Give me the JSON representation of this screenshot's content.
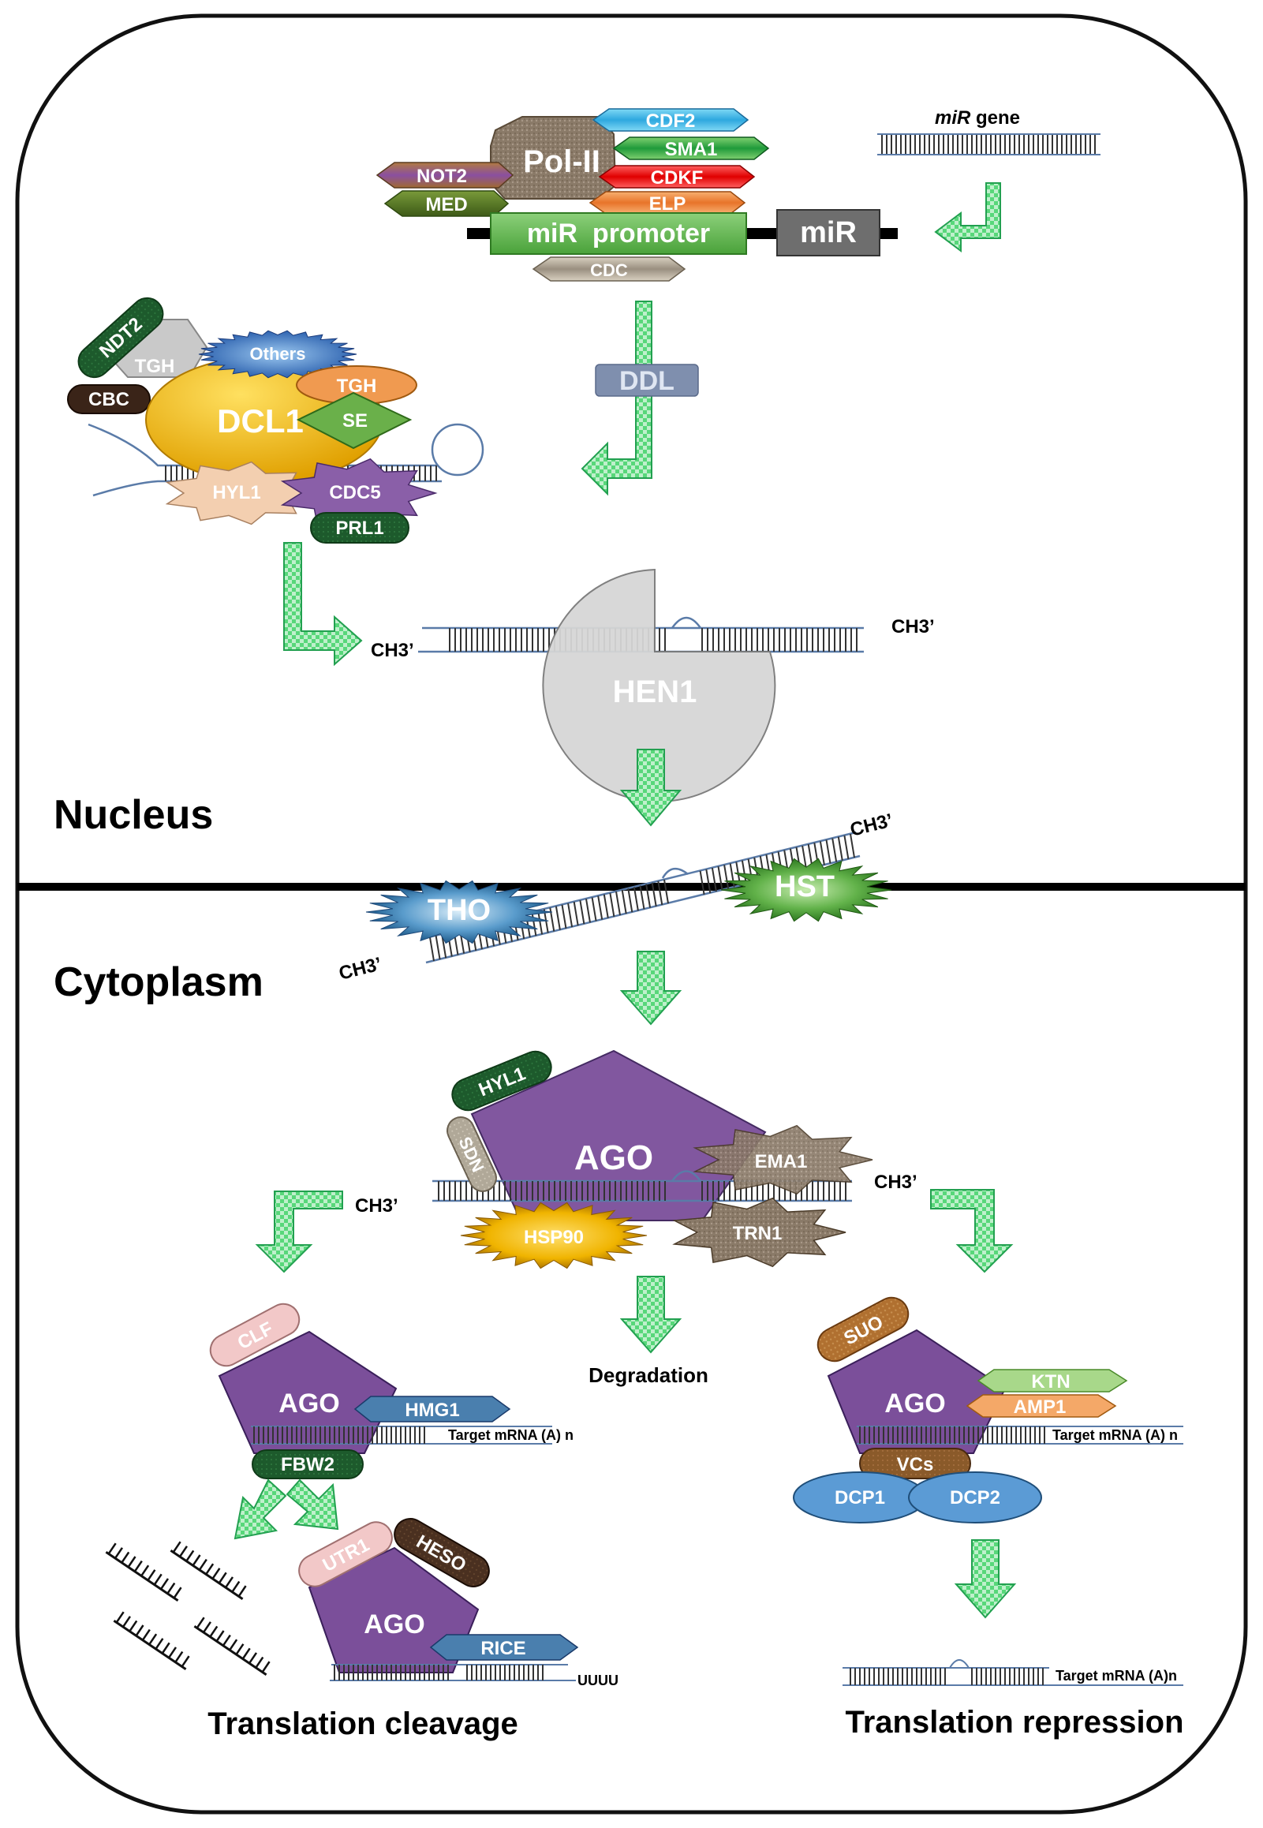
{
  "gene_label": {
    "italic": "miR",
    "rest": " gene"
  },
  "promoter": {
    "text": "miR  promoter",
    "mir_box": "miR"
  },
  "complex_labels": {
    "polII": "Pol-II",
    "cdf2": "CDF2",
    "sma1": "SMA1",
    "cdkf": "CDKF",
    "not2": "NOT2",
    "med": "MED",
    "elp": "ELP",
    "cdc": "CDC"
  },
  "ddl_label": "DDL",
  "dicing_labels": {
    "ndt2": "NDT2",
    "tgh_back": "TGH",
    "others": "Others",
    "cbc": "CBC",
    "tgh": "TGH",
    "dcl1": "DCL1",
    "se": "SE",
    "hyl1": "HYL1",
    "cdc5": "CDC5",
    "prl1": "PRL1"
  },
  "hen1_labels": {
    "hen1": "HEN1",
    "ch3_left": "CH3’",
    "ch3_right": "CH3’"
  },
  "compartments": {
    "nucleus": "Nucleus",
    "cytoplasm": "Cytoplasm"
  },
  "export_labels": {
    "tho": "THO",
    "hst": "HST",
    "ch3_top": "CH3’",
    "ch3_bottom": "CH3’"
  },
  "ago_main": {
    "ago": "AGO",
    "hyl1": "HYL1",
    "sdn": "SDN",
    "ema1": "EMA1",
    "hsp90": "HSP90",
    "trn1": "TRN1",
    "ch3_left": "CH3’",
    "ch3_right": "CH3’"
  },
  "degradation": "Degradation",
  "cleavage_branch": {
    "clf": "CLF",
    "ago": "AGO",
    "hmg1": "HMG1",
    "fbw2": "FBW2",
    "target": "Target mRNA (A) n"
  },
  "repression_branch": {
    "suo": "SUO",
    "ago": "AGO",
    "ktn": "KTN",
    "amp1": "AMP1",
    "vcs": "VCs",
    "dcp1": "DCP1",
    "dcp2": "DCP2",
    "target": "Target mRNA (A) n"
  },
  "cleaved_complex": {
    "utr1": "UTR1",
    "heso": "HESO",
    "ago": "AGO",
    "rice": "RICE",
    "tail": "UUUU"
  },
  "repressed_target": "Target mRNA (A)n",
  "outcomes": {
    "cleavage": "Translation cleavage",
    "repression": "Translation repression"
  },
  "colors": {
    "ago_purple": "#7b4f9a",
    "arrow_green": "#33cc66",
    "dcl1_gold": "#f0b800",
    "hen1_grey": "#d6d6d6",
    "rna_blue": "#5a7ba8",
    "ddl_box": "#7f8fae"
  }
}
